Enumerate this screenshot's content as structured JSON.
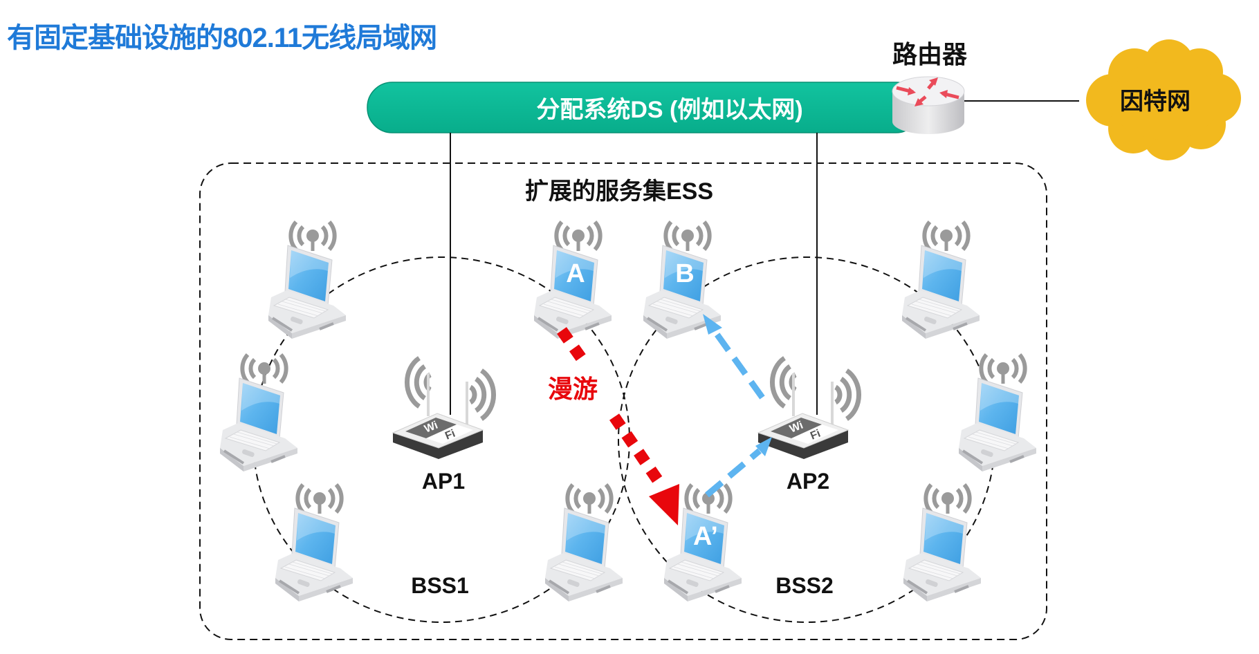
{
  "title": "有固定基础设施的802.11无线局域网",
  "router_label": "路由器",
  "internet_label": "因特网",
  "ds_label": "分配系统DS (例如以太网)",
  "ess_label": "扩展的服务集ESS",
  "roaming_label": "漫游",
  "bss": [
    {
      "label": "BSS1",
      "ap_label": "AP1"
    },
    {
      "label": "BSS2",
      "ap_label": "AP2"
    }
  ],
  "stations": [
    {
      "id": "bss1-top-left",
      "label": ""
    },
    {
      "id": "A",
      "label": "A"
    },
    {
      "id": "bss1-left",
      "label": ""
    },
    {
      "id": "bss1-bottom-left",
      "label": ""
    },
    {
      "id": "bss1-bottom-right",
      "label": ""
    },
    {
      "id": "B",
      "label": "B"
    },
    {
      "id": "bss2-top-right",
      "label": ""
    },
    {
      "id": "bss2-right",
      "label": ""
    },
    {
      "id": "bss2-bottom-right",
      "label": ""
    },
    {
      "id": "A-prime",
      "label": "A’"
    }
  ],
  "colors": {
    "title": "#1f7ad8",
    "ds_bar": "#0bba96",
    "internet_cloud": "#f2b91e",
    "roaming": "#e8070c",
    "association": "#5db4f0",
    "screen": "#5db5ee",
    "antenna": "#999999"
  }
}
